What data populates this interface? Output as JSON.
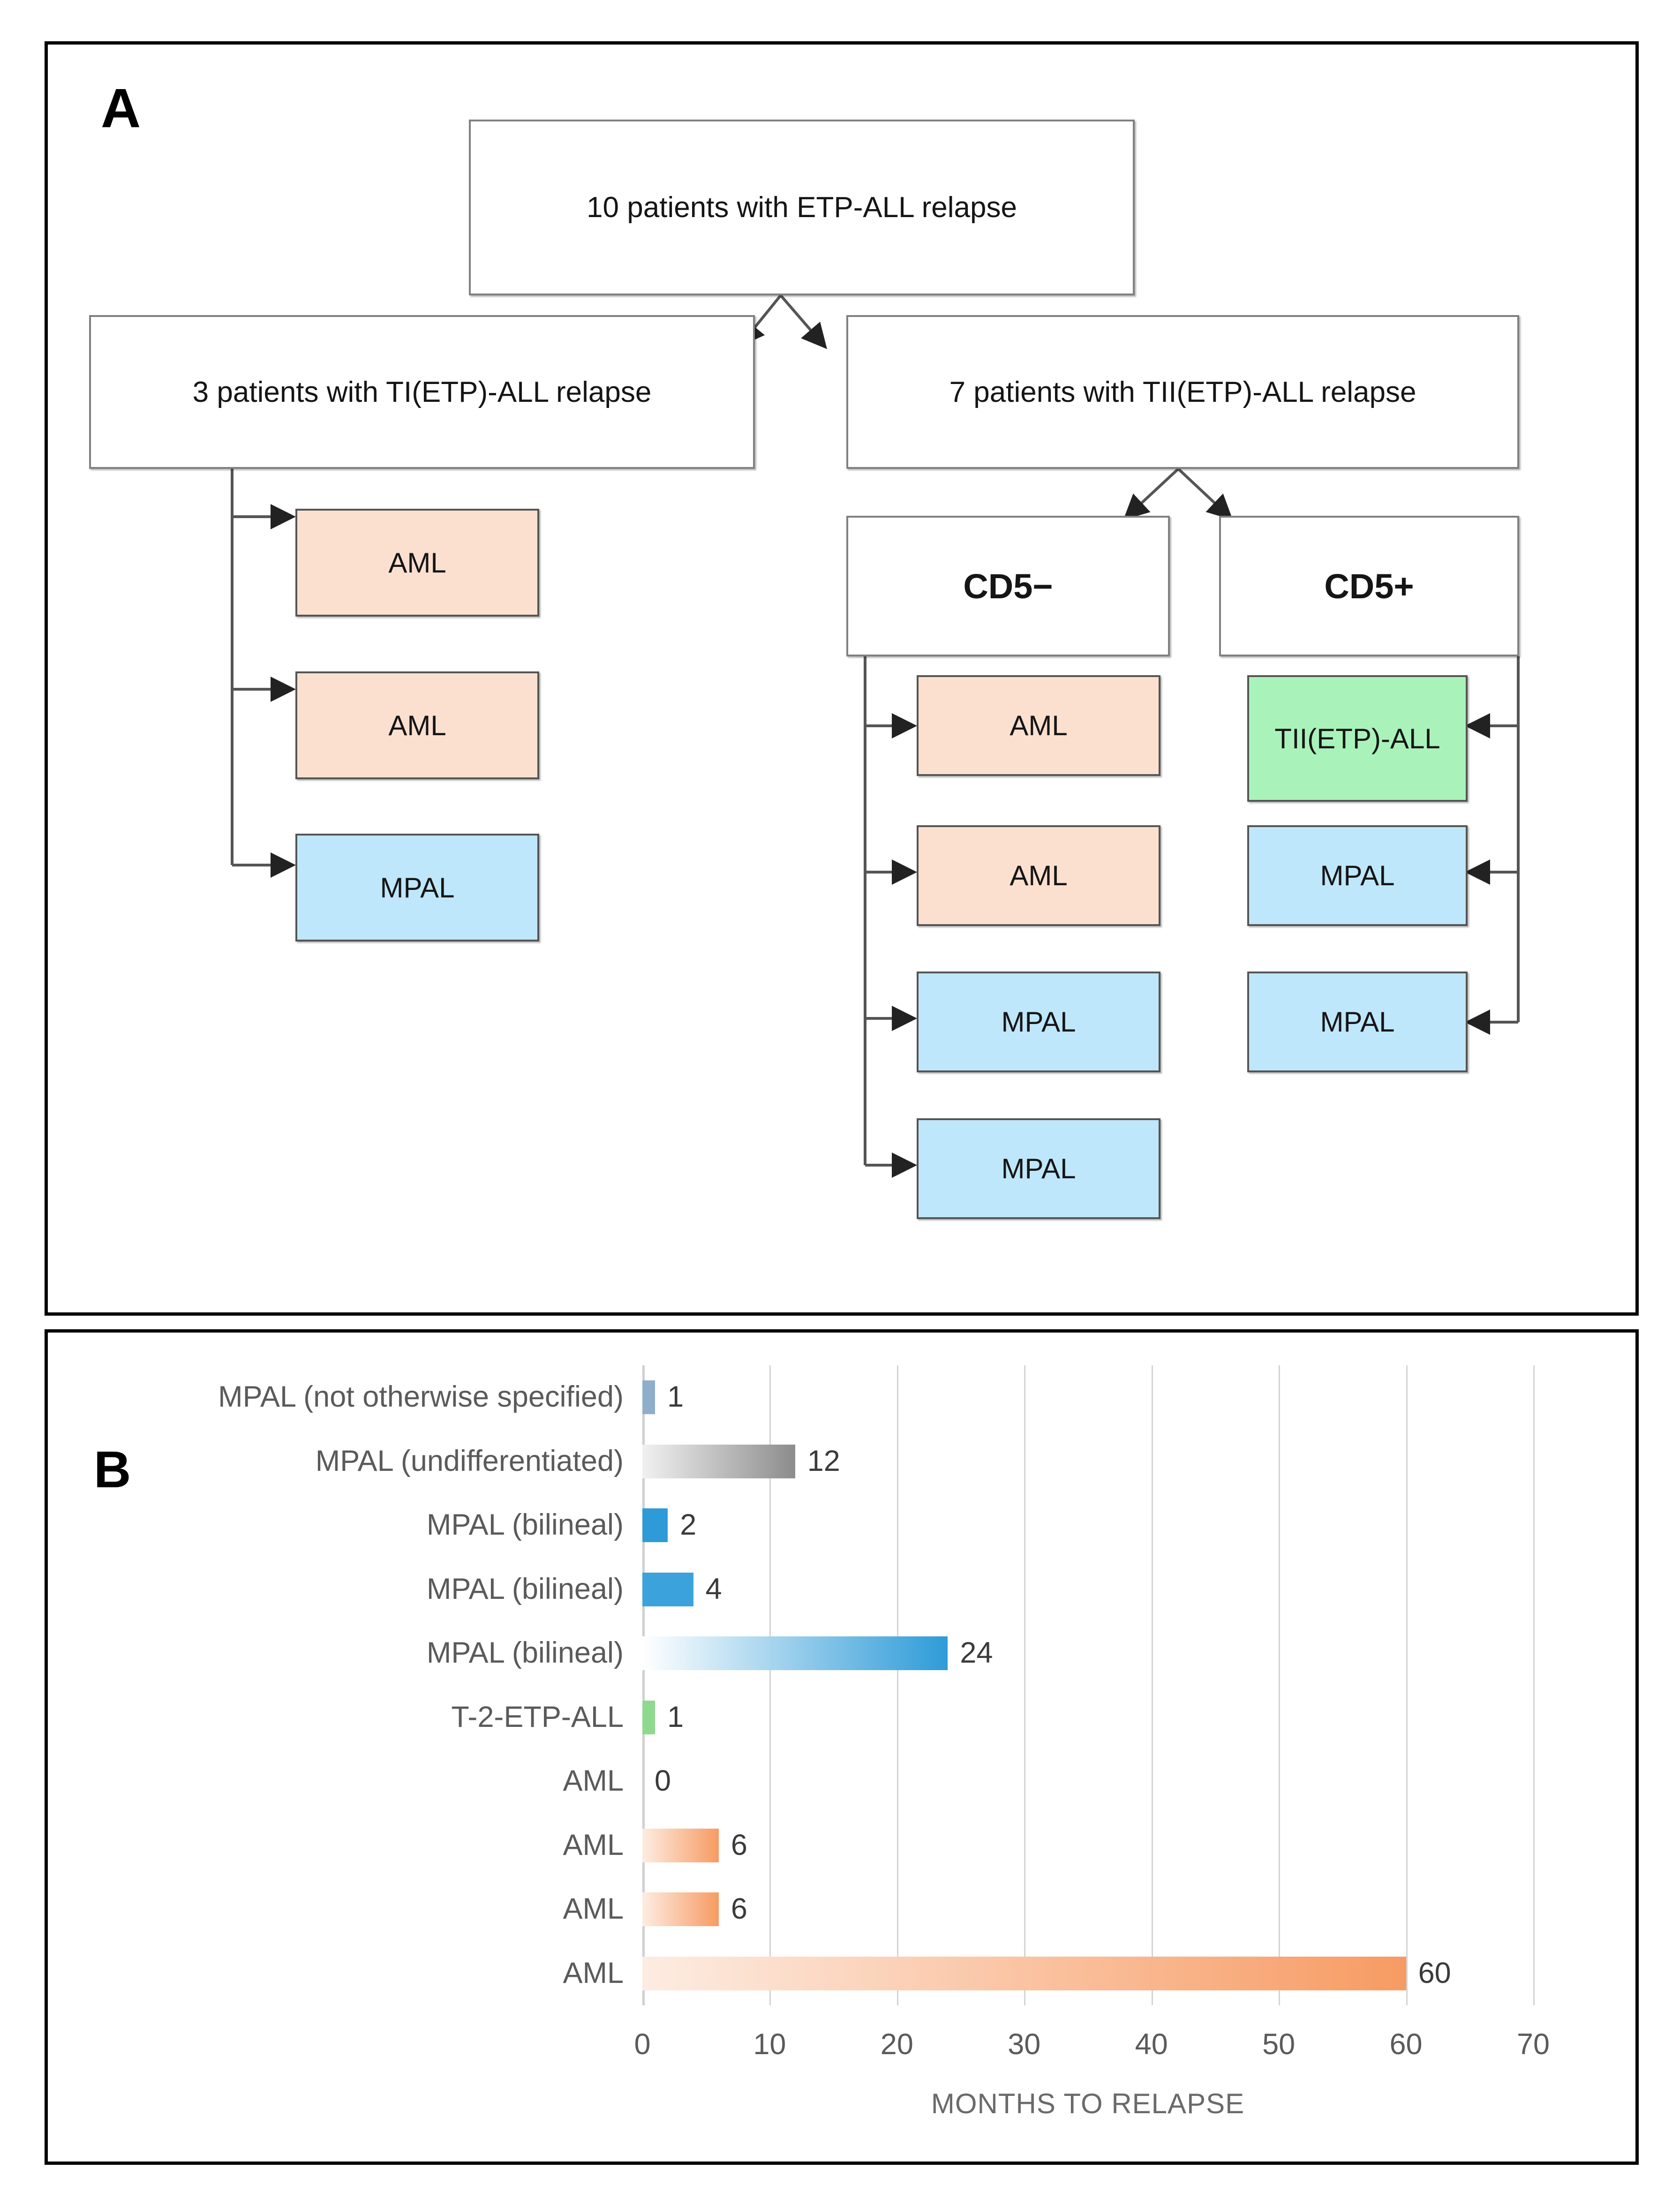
{
  "panel_a": {
    "letter": "A",
    "root": {
      "label": "10 patients with ETP-ALL relapse"
    },
    "branches": [
      {
        "label": "3 patients with TI(ETP)-ALL relapse"
      },
      {
        "label": "7 patients with TII(ETP)-ALL relapse"
      }
    ],
    "subgroups": [
      {
        "label": "CD5−"
      },
      {
        "label": "CD5+"
      }
    ],
    "left_outcomes": [
      {
        "label": "AML",
        "kind": "aml"
      },
      {
        "label": "AML",
        "kind": "aml"
      },
      {
        "label": "MPAL",
        "kind": "mpal"
      }
    ],
    "cd5neg_outcomes": [
      {
        "label": "AML",
        "kind": "aml"
      },
      {
        "label": "AML",
        "kind": "aml"
      },
      {
        "label": "MPAL",
        "kind": "mpal"
      },
      {
        "label": "MPAL",
        "kind": "mpal"
      }
    ],
    "cd5pos_outcomes": [
      {
        "label": "TII(ETP)-ALL",
        "kind": "green"
      },
      {
        "label": "MPAL",
        "kind": "mpal"
      },
      {
        "label": "MPAL",
        "kind": "mpal"
      }
    ]
  },
  "panel_b": {
    "letter": "B"
  },
  "chart_data": {
    "type": "bar",
    "orientation": "horizontal",
    "title": "",
    "xlabel": "MONTHS TO RELAPSE",
    "ylabel": "",
    "xlim": [
      0,
      70
    ],
    "xticks": [
      0,
      10,
      20,
      30,
      40,
      50,
      60,
      70
    ],
    "grid": true,
    "legend": "none",
    "categories": [
      "MPAL (not otherwise specified)",
      "MPAL (undifferentiated)",
      "MPAL (bilineal)",
      "MPAL (bilineal)",
      "MPAL (bilineal)",
      "T-2-ETP-ALL",
      "AML",
      "AML",
      "AML",
      "AML"
    ],
    "values": [
      1,
      12,
      2,
      4,
      24,
      1,
      0,
      6,
      6,
      60
    ],
    "value_labels": [
      "1",
      "12",
      "2",
      "4",
      "24",
      "1",
      "0",
      "6",
      "6",
      "60"
    ],
    "bar_colors": [
      "#8faecb",
      "gradient-gray",
      "#2e9bd8",
      "#3ba2dc",
      "gradient-blue",
      "#8fd98f",
      "none",
      "gradient-orange",
      "gradient-orange",
      "gradient-orange"
    ],
    "palette": {
      "blue_light": "#8faecb",
      "blue": "#2e9bd8",
      "gray_light": "#f1f1f1",
      "gray_dark": "#8c8c8c",
      "green": "#8fd98f",
      "orange": "#f79b63",
      "orange_light": "#fdece2",
      "grid": "#d4d4d4",
      "text": "#5a5a5a"
    }
  }
}
